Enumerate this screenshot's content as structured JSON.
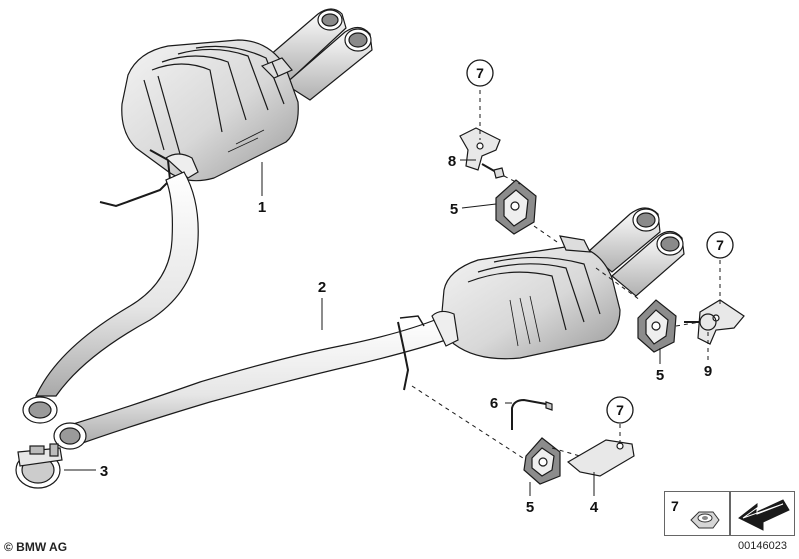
{
  "callouts": {
    "rear_silencer": "1",
    "center_pipe": "2",
    "clamp": "3",
    "bracket_lower": "4",
    "hanger_left_upper": "5",
    "hanger_right": "5",
    "hanger_lower": "5",
    "hanger_rod": "6",
    "nut_upper": "7",
    "nut_right": "7",
    "nut_lower": "7",
    "bracket_upper": "8",
    "bracket_right": "9"
  },
  "legend": {
    "nut_number": "7",
    "nut_icon": "hex-nut-icon",
    "arrow_icon": "direction-arrow-icon"
  },
  "footer": {
    "copyright": "© BMW AG",
    "diagram_id": "00146023"
  },
  "colors": {
    "line": "#1a1a1a",
    "fill": "#ffffff",
    "shade": "#bdbdbd"
  }
}
